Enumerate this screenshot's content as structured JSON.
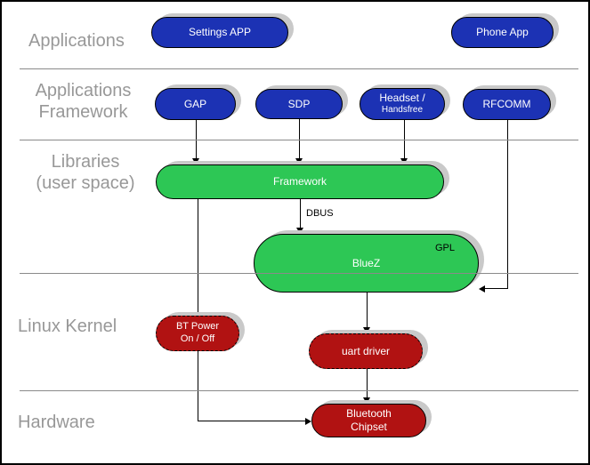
{
  "diagram": {
    "layer_labels": {
      "applications": "Applications",
      "app_framework_line1": "Applications",
      "app_framework_line2": "Framework",
      "libraries_line1": "Libraries",
      "libraries_line2": "(user space)",
      "linux_kernel": "Linux Kernel",
      "hardware": "Hardware"
    },
    "nodes": {
      "settings_app": "Settings APP",
      "phone_app": "Phone App",
      "gap": "GAP",
      "sdp": "SDP",
      "headset_line1": "Headset /",
      "headset_line2": "Handsfree",
      "rfcomm": "RFCOMM",
      "framework": "Framework",
      "bluez": "BlueZ",
      "gpl_badge": "GPL",
      "bt_power_line1": "BT Power",
      "bt_power_line2": "On / Off",
      "uart_driver": "uart driver",
      "bluetooth_chipset_line1": "Bluetooth",
      "bluetooth_chipset_line2": "Chipset"
    },
    "edge_labels": {
      "dbus": "DBUS"
    },
    "colors": {
      "app_node_blue": "#1c32b4",
      "library_node_green": "#2dc755",
      "kernel_node_red": "#b11212",
      "layer_label_gray": "#989898",
      "divider_gray": "#8a8a8a",
      "shadow_gray": "#c9c9c9"
    }
  }
}
